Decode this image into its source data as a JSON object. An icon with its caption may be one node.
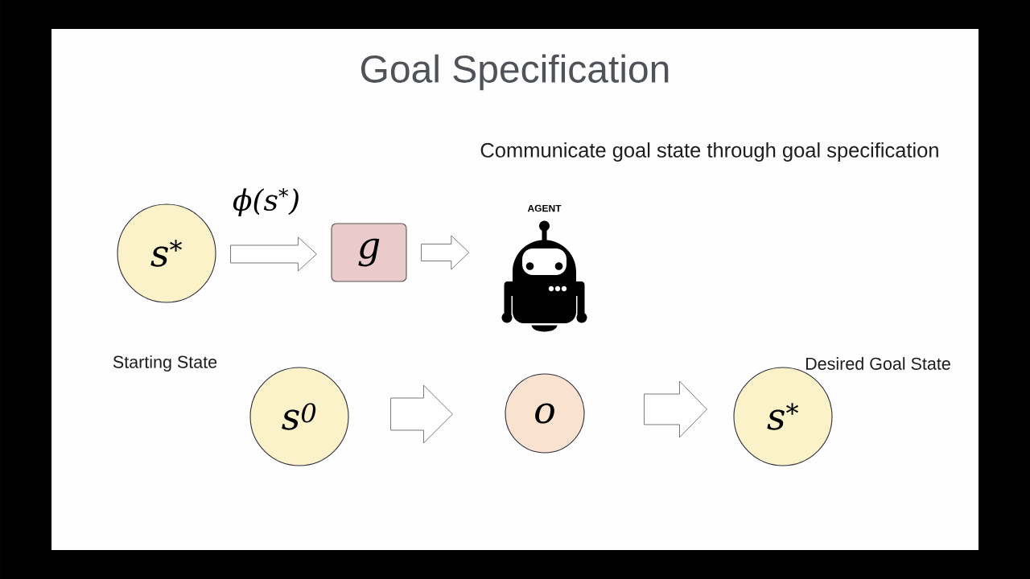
{
  "diagram": {
    "title": "Goal Specification",
    "nodes": [
      {
        "text": [
          "s$^{*}$"
        ]
      },
      {
        "text": [
          "g"
        ]
      },
      {
        "text": [
          "AGENT"
        ]
      },
      {
        "text": [
          "s$^{0}$"
        ],
        "beside": [
          "Starting State"
        ]
      },
      {
        "text": [
          "o"
        ]
      },
      {
        "text": [
          "s$^{*}$"
        ],
        "beside": [
          "Desired Goal State"
        ]
      }
    ],
    "edges": [
      {
        "from": 0,
        "to": 1,
        "arrow": "to",
        "label": "ϕ(s$^{*}$)"
      },
      {
        "from": 1,
        "to": 2,
        "arrow": "to"
      },
      {
        "from": 3,
        "to": 4,
        "arrow": "to"
      },
      {
        "from": 4,
        "to": 5,
        "arrow": "to"
      }
    ],
    "labels": [
      "Communicate goal state through goal specification"
    ]
  }
}
